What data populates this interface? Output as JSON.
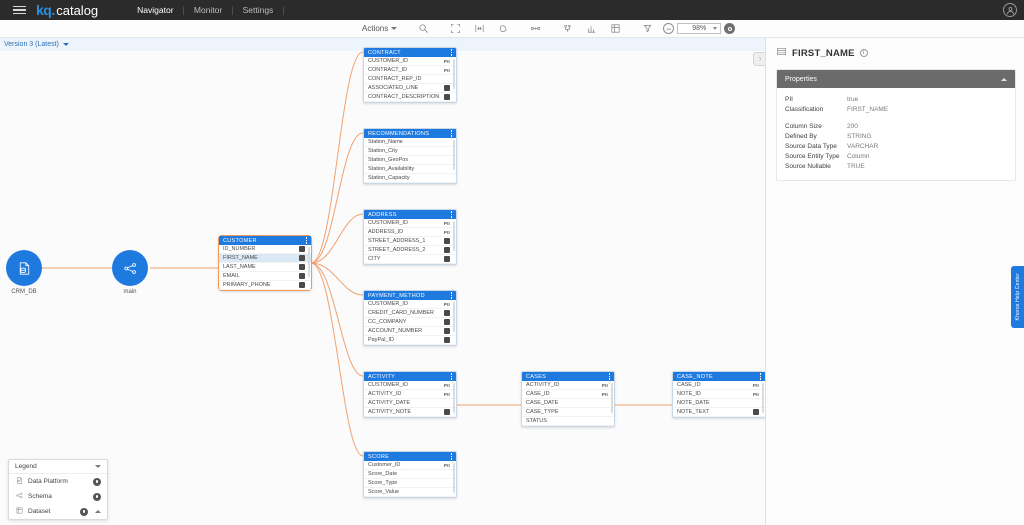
{
  "app": {
    "brand_k": "kq",
    "brand_dot": ".",
    "brand_name": "catalog",
    "nav": [
      {
        "label": "Navigator",
        "active": true
      },
      {
        "label": "Monitor",
        "active": false
      },
      {
        "label": "Settings",
        "active": false
      }
    ],
    "separator": "|"
  },
  "toolbar": {
    "actions_label": "Actions",
    "zoom_value": "98%",
    "icons": [
      "search-icon",
      "fit-screen-icon",
      "expand-icon",
      "pan-icon",
      "lineage-icon",
      "hierarchy-icon",
      "chart-icon",
      "grid-icon",
      "filter-icon"
    ]
  },
  "canvas": {
    "version_label": "Version 3 (Latest)",
    "platform_node": {
      "label": "CRM_DB",
      "icon": "database-file-icon"
    },
    "schema_node": {
      "label": "main",
      "icon": "schema-node-icon"
    },
    "tables": [
      {
        "name": "CONTRACT",
        "columns": [
          {
            "name": "CUSTOMER_ID",
            "badge": "PII"
          },
          {
            "name": "CONTRACT_ID",
            "badge": "PII"
          },
          {
            "name": "CONTRACT_REP_ID",
            "badge": ""
          },
          {
            "name": "ASSOCIATED_LINE",
            "badge": "lock"
          },
          {
            "name": "CONTRACT_DESCRIPTION",
            "badge": "lock"
          }
        ]
      },
      {
        "name": "RECOMMENDATIONS",
        "columns": [
          {
            "name": "Station_Name",
            "badge": ""
          },
          {
            "name": "Station_City",
            "badge": ""
          },
          {
            "name": "Station_GeoPos",
            "badge": ""
          },
          {
            "name": "Station_Availability",
            "badge": ""
          },
          {
            "name": "Station_Capacity",
            "badge": ""
          }
        ]
      },
      {
        "name": "ADDRESS",
        "columns": [
          {
            "name": "CUSTOMER_ID",
            "badge": "PII"
          },
          {
            "name": "ADDRESS_ID",
            "badge": "PII"
          },
          {
            "name": "STREET_ADDRESS_1",
            "badge": "lock"
          },
          {
            "name": "STREET_ADDRESS_2",
            "badge": "lock"
          },
          {
            "name": "CITY",
            "badge": "lock"
          }
        ]
      },
      {
        "name": "PAYMENT_METHOD",
        "columns": [
          {
            "name": "CUSTOMER_ID",
            "badge": "PII"
          },
          {
            "name": "CREDIT_CARD_NUMBER",
            "badge": "lock"
          },
          {
            "name": "CC_COMPANY",
            "badge": "lock"
          },
          {
            "name": "ACCOUNT_NUMBER",
            "badge": "lock"
          },
          {
            "name": "PayPal_ID",
            "badge": "lock"
          }
        ]
      },
      {
        "name": "ACTIVITY",
        "columns": [
          {
            "name": "CUSTOMER_ID",
            "badge": "PII"
          },
          {
            "name": "ACTIVITY_ID",
            "badge": "PII"
          },
          {
            "name": "ACTIVITY_DATE",
            "badge": ""
          },
          {
            "name": "ACTIVITY_NOTE",
            "badge": "lock"
          }
        ]
      },
      {
        "name": "SCORE",
        "columns": [
          {
            "name": "Customer_ID",
            "badge": "PII"
          },
          {
            "name": "Score_Date",
            "badge": ""
          },
          {
            "name": "Score_Type",
            "badge": ""
          },
          {
            "name": "Score_Value",
            "badge": ""
          }
        ]
      },
      {
        "name": "CASES",
        "columns": [
          {
            "name": "ACTIVITY_ID",
            "badge": "PII"
          },
          {
            "name": "CASE_ID",
            "badge": "PII"
          },
          {
            "name": "CASE_DATE",
            "badge": ""
          },
          {
            "name": "CASE_TYPE",
            "badge": ""
          },
          {
            "name": "STATUS",
            "badge": ""
          }
        ]
      },
      {
        "name": "CASE_NOTE",
        "columns": [
          {
            "name": "CASE_ID",
            "badge": "PII"
          },
          {
            "name": "NOTE_ID",
            "badge": "PII"
          },
          {
            "name": "NOTE_DATE",
            "badge": ""
          },
          {
            "name": "NOTE_TEXT",
            "badge": "lock"
          }
        ]
      }
    ],
    "selected_table": {
      "name": "CUSTOMER",
      "columns": [
        {
          "name": "ID_NUMBER",
          "badge": "lock",
          "selected": false
        },
        {
          "name": "FIRST_NAME",
          "badge": "lock",
          "selected": true
        },
        {
          "name": "LAST_NAME",
          "badge": "lock",
          "selected": false
        },
        {
          "name": "EMAIL",
          "badge": "lock",
          "selected": false
        },
        {
          "name": "PRIMARY_PHONE",
          "badge": "lock",
          "selected": false
        }
      ]
    }
  },
  "legend": {
    "title": "Legend",
    "items": [
      {
        "label": "Data Platform",
        "icon": "database-file-icon"
      },
      {
        "label": "Schema",
        "icon": "schema-node-icon"
      },
      {
        "label": "Dataset",
        "icon": "table-grid-icon"
      }
    ]
  },
  "right_panel": {
    "title": "FIRST_NAME",
    "info_glyph": "i",
    "section_title": "Properties",
    "properties_group_1": [
      {
        "key": "PII",
        "value": "true"
      },
      {
        "key": "Classification",
        "value": "FIRST_NAME"
      }
    ],
    "properties_group_2": [
      {
        "key": "Column Size",
        "value": "200"
      },
      {
        "key": "Defined By",
        "value": "STRING"
      },
      {
        "key": "Source Data Type",
        "value": "VARCHAR"
      },
      {
        "key": "Source Entity Type",
        "value": "Column"
      },
      {
        "key": "Source Nullable",
        "value": "TRUE"
      }
    ]
  },
  "help_tab": {
    "label": "Khoros Help Center"
  },
  "colors": {
    "brand_blue": "#1f7ae0",
    "edge_orange": "#f0a271",
    "selection_orange": "#f09a5b",
    "topbar_dark": "#2b2b2b",
    "section_gray": "#6b6b6b"
  }
}
